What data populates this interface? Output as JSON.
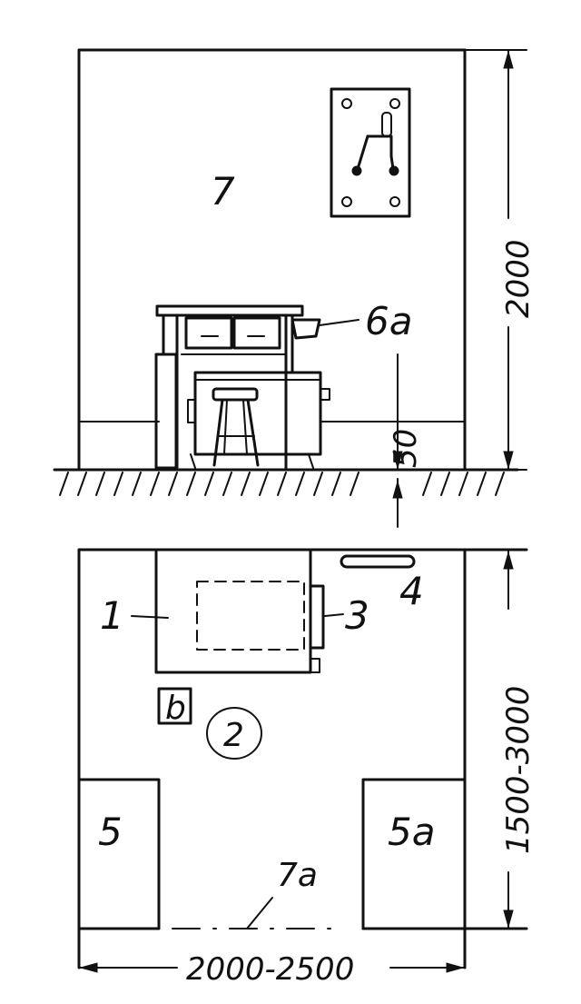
{
  "elevation": {
    "wall_label": "7",
    "equipment_label": "6a",
    "height_dimension": "2000",
    "floor_offset_dimension": "50"
  },
  "plan": {
    "labels": {
      "item1": "1",
      "item3": "3",
      "item4": "4",
      "item5": "5",
      "item5a": "5a",
      "item6": "b",
      "circle": "2",
      "door": "7a"
    },
    "depth_dimension": "1500-3000",
    "width_dimension": "2000-2500"
  }
}
